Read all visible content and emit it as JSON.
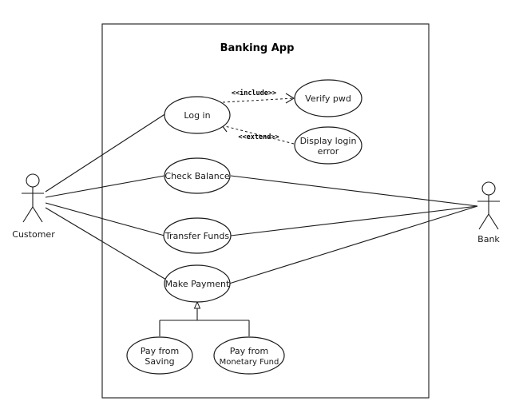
{
  "system": {
    "title": "Banking App"
  },
  "actors": {
    "customer": "Customer",
    "bank": "Bank"
  },
  "use_cases": {
    "login": "Log in",
    "verify_pwd": "Verify pwd",
    "display_error_line1": "Display login",
    "display_error_line2": "error",
    "check_balance": "Check Balance",
    "transfer_funds": "Transfer Funds",
    "make_payment": "Make Payment",
    "pay_saving_line1": "Pay from",
    "pay_saving_line2": "Saving",
    "pay_monetary_line1": "Pay from",
    "pay_monetary_line2": "Monetary Fund"
  },
  "relations": {
    "include": "<<include>>",
    "extend": "<<extend>>"
  }
}
